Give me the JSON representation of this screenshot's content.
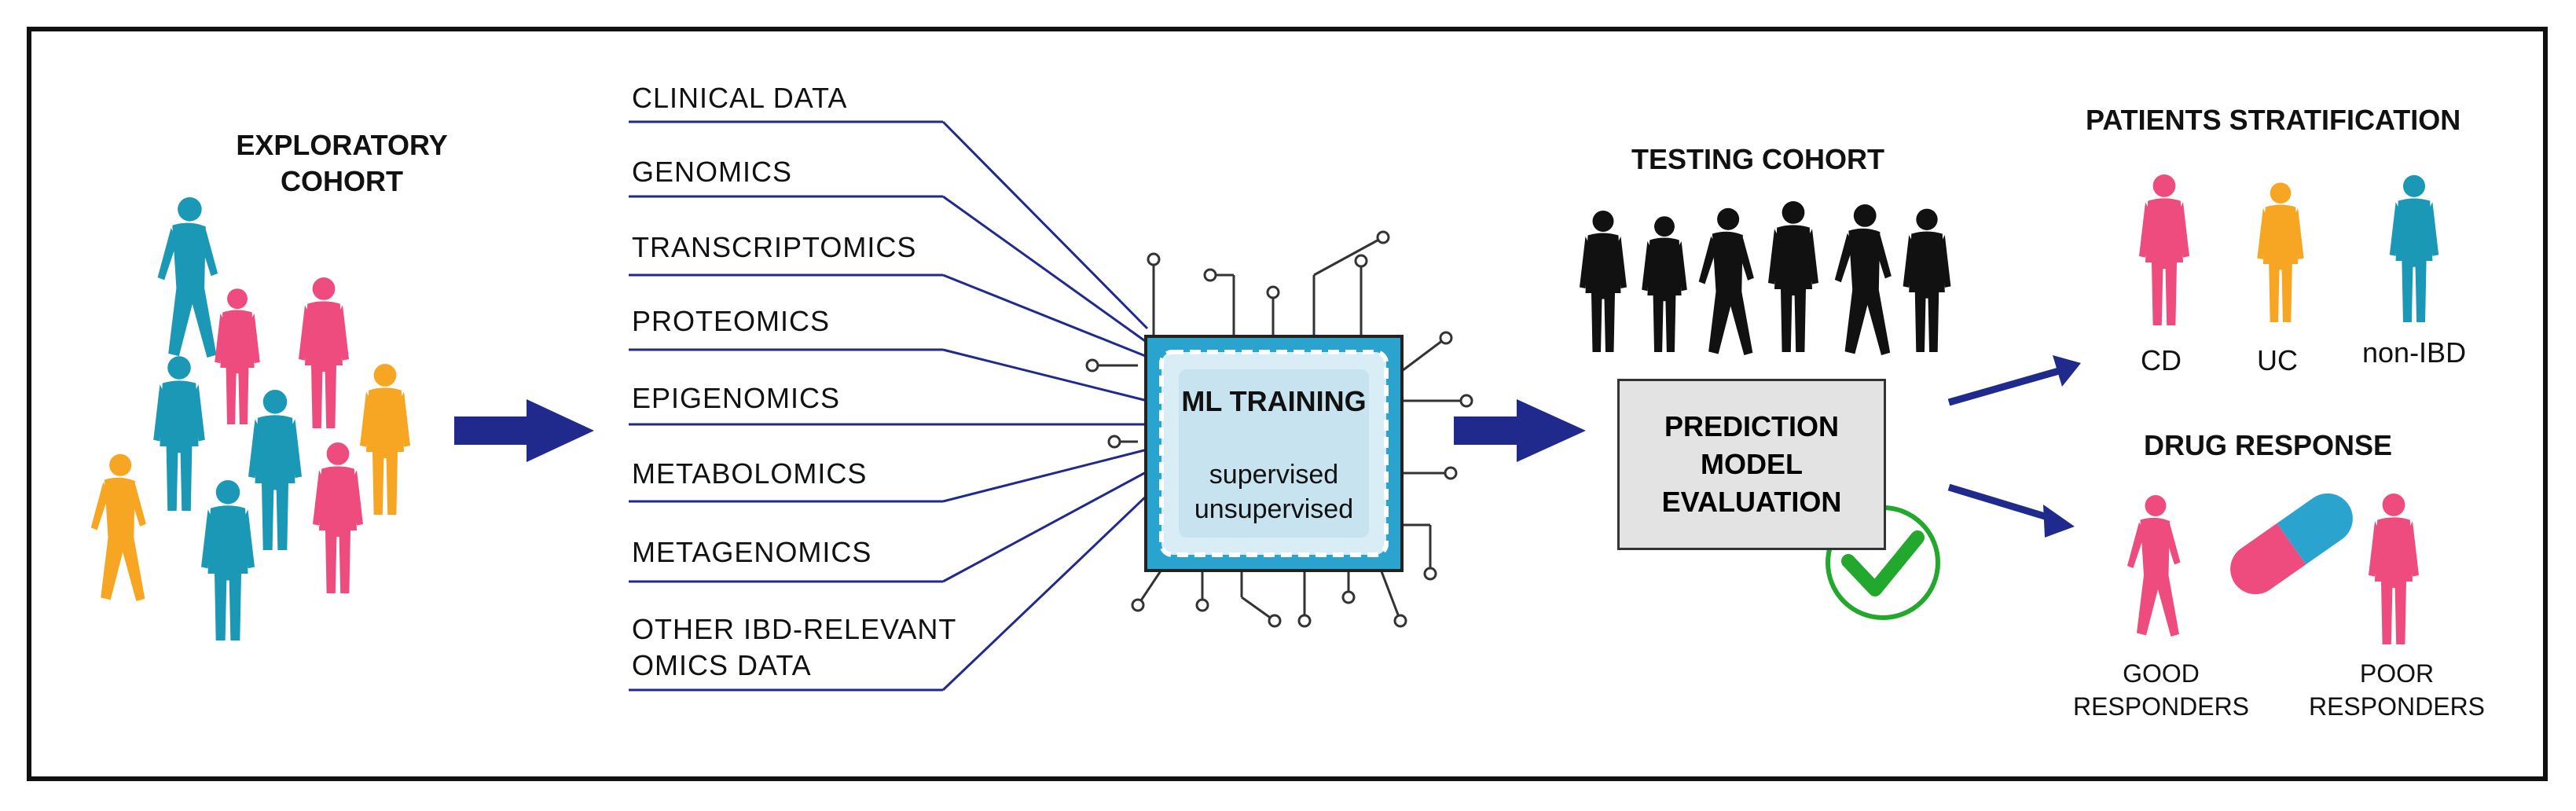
{
  "colors": {
    "blue": "#1f2a8c",
    "teal": "#1a98b6",
    "pink": "#ee4b7e",
    "orange": "#f7a623",
    "chip_blue": "#2aa4cf",
    "check_green": "#22a82c"
  },
  "exploratory": {
    "title_line1": "EXPLORATORY",
    "title_line2": "COHORT"
  },
  "omics": [
    {
      "label": "CLINICAL DATA"
    },
    {
      "label": "GENOMICS"
    },
    {
      "label": "TRANSCRIPTOMICS"
    },
    {
      "label": "PROTEOMICS"
    },
    {
      "label": "EPIGENOMICS"
    },
    {
      "label": "METABOLOMICS"
    },
    {
      "label": "METAGENOMICS"
    },
    {
      "label_line1": "OTHER IBD-RELEVANT",
      "label_line2": "OMICS DATA"
    }
  ],
  "chip": {
    "title": "ML TRAINING",
    "line1": "supervised",
    "line2": "unsupervised"
  },
  "testing": {
    "title": "TESTING COHORT"
  },
  "prediction": {
    "line1": "PREDICTION",
    "line2": "MODEL",
    "line3": "EVALUATION"
  },
  "stratification": {
    "title": "PATIENTS STRATIFICATION",
    "groups": [
      "CD",
      "UC",
      "non-IBD"
    ]
  },
  "drug": {
    "title": "DRUG RESPONSE",
    "good_line1": "GOOD",
    "good_line2": "RESPONDERS",
    "poor_line1": "POOR",
    "poor_line2": "RESPONDERS"
  }
}
